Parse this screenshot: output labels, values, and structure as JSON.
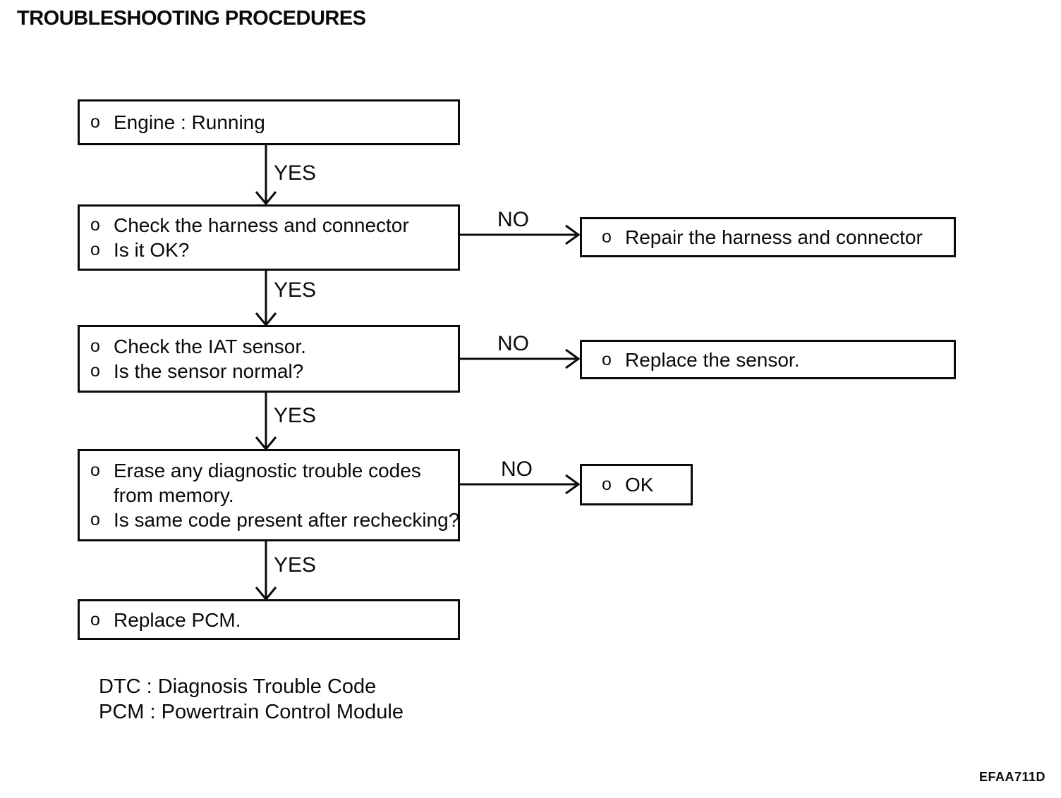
{
  "title": "TROUBLESHOOTING PROCEDURES",
  "flowchart": {
    "bullet": "o",
    "yes_label": "YES",
    "no_label": "NO",
    "boxes": {
      "engine": {
        "line1": "Engine : Running"
      },
      "harness_check": {
        "line1": "Check the harness and connector",
        "line2": "Is it OK?"
      },
      "harness_repair": {
        "line1": "Repair the harness and connector"
      },
      "iat_check": {
        "line1": "Check the IAT sensor.",
        "line2": "Is the sensor normal?"
      },
      "sensor_replace": {
        "line1": "Replace the sensor."
      },
      "dtc_check": {
        "line1a": "Erase any diagnostic trouble codes",
        "line1b": "from memory.",
        "line2": "Is same code present after rechecking?"
      },
      "ok": {
        "line1": "OK"
      },
      "pcm_replace": {
        "line1": "Replace PCM."
      }
    }
  },
  "legend": {
    "dtc": "DTC : Diagnosis Trouble Code",
    "pcm": "PCM : Powertrain Control Module"
  },
  "figure_code": "EFAA711D"
}
